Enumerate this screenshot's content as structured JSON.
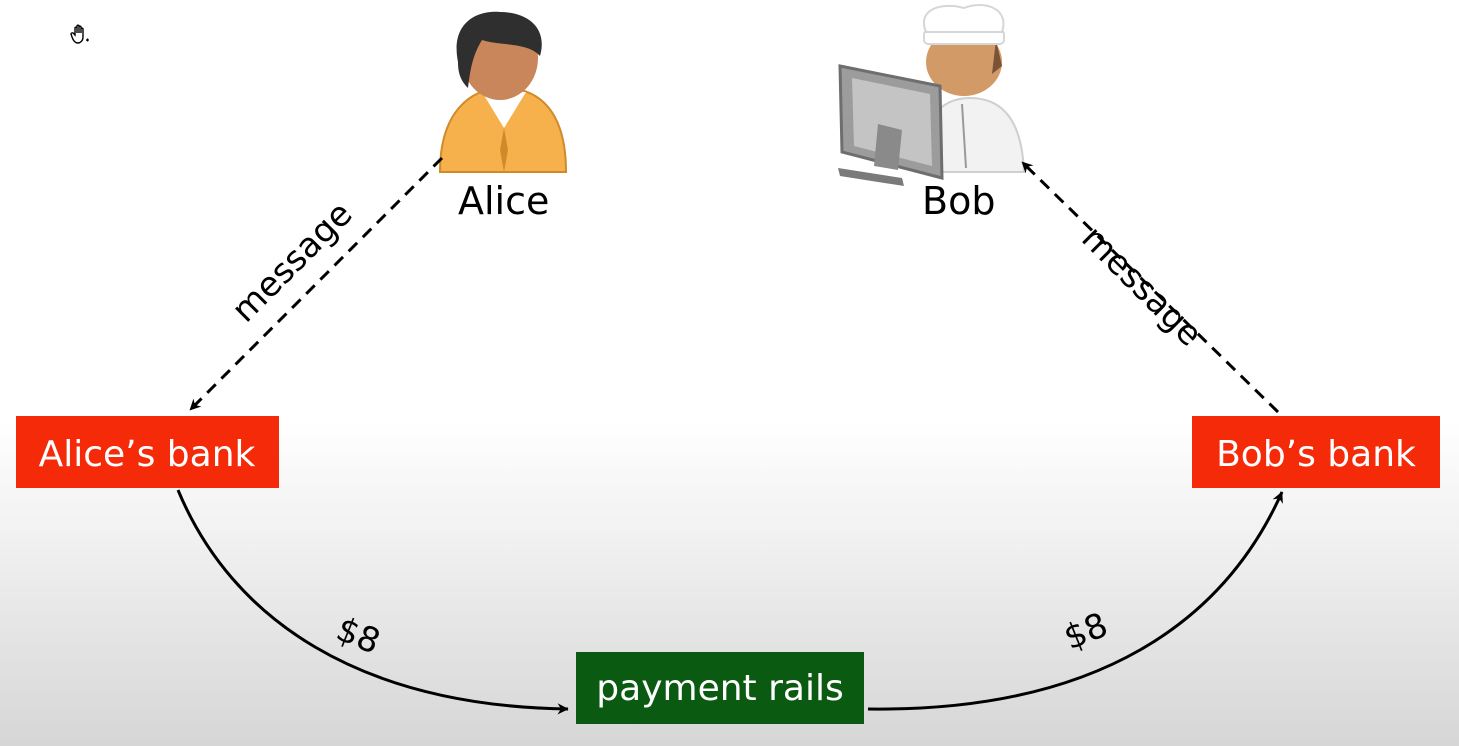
{
  "colors": {
    "bank": "#f52a08",
    "rails": "#0b5a12",
    "skin": "#c8865a",
    "shirt_alice": "#f6b04c",
    "hair_alice": "#2f2f2f"
  },
  "people": {
    "alice": {
      "label": "Alice",
      "icon": "alice-person-icon"
    },
    "bob": {
      "label": "Bob",
      "icon": "bob-chef-computer-icon"
    }
  },
  "nodes": {
    "alice_bank": "Alice’s bank",
    "bob_bank": "Bob’s bank",
    "payment_rails": "payment rails"
  },
  "edges": {
    "alice_to_bank": "message",
    "bank_to_bob": "message",
    "alice_bank_to_rails": "$8",
    "rails_to_bob_bank": "$8"
  },
  "cursor": {
    "icon": "hand-cursor-icon"
  }
}
